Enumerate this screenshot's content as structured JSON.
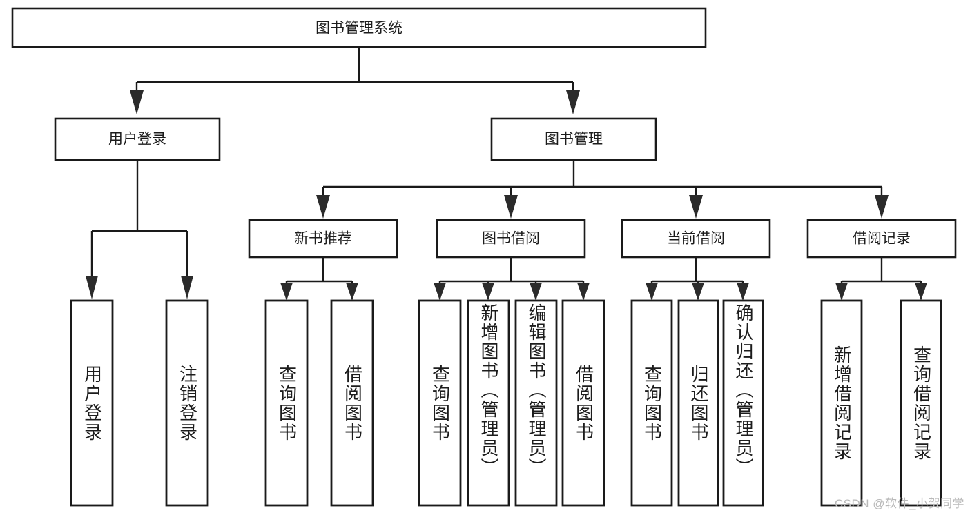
{
  "diagram": {
    "type": "tree",
    "title": "图书管理系统",
    "watermark": "CSDN @软件_小贺同学",
    "colors": {
      "stroke": "#1a1a1a",
      "fill": "#ffffff",
      "text": "#1c1c1c",
      "watermark": "#b9b9b9"
    },
    "root": {
      "label": "图书管理系统"
    },
    "level2": [
      {
        "label": "用户登录"
      },
      {
        "label": "图书管理"
      }
    ],
    "level3": [
      {
        "label": "新书推荐"
      },
      {
        "label": "图书借阅"
      },
      {
        "label": "当前借阅"
      },
      {
        "label": "借阅记录"
      }
    ],
    "leaves": {
      "user_login": [
        {
          "label": "用户登录"
        },
        {
          "label": "注销登录"
        }
      ],
      "new_book_recommend": [
        {
          "label": "查询图书"
        },
        {
          "label": "借阅图书"
        }
      ],
      "book_borrow": [
        {
          "label": "查询图书"
        },
        {
          "label": "新增图书（管理员）"
        },
        {
          "label": "编辑图书（管理员）"
        },
        {
          "label": "借阅图书"
        }
      ],
      "current_borrow": [
        {
          "label": "查询图书"
        },
        {
          "label": "归还图书"
        },
        {
          "label": "确认归还（管理员）"
        }
      ],
      "borrow_record": [
        {
          "label": "新增借阅记录"
        },
        {
          "label": "查询借阅记录"
        }
      ]
    }
  }
}
